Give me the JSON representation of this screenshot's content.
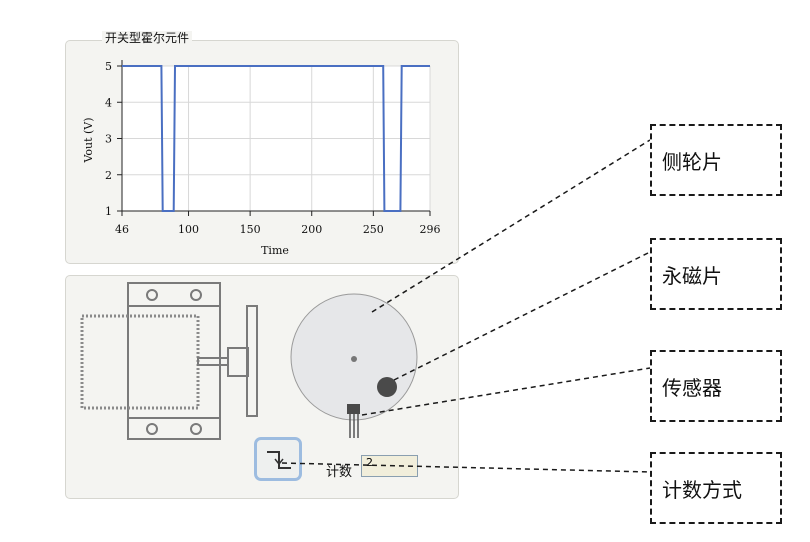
{
  "chart_data": {
    "type": "line",
    "title": "开关型霍尔元件",
    "xlabel": "Time",
    "ylabel": "Vout (V)",
    "xlim": [
      46,
      296
    ],
    "ylim": [
      1,
      5
    ],
    "xticks": [
      "46",
      "100",
      "150",
      "200",
      "250",
      "296"
    ],
    "yticks": [
      "1",
      "2",
      "3",
      "4",
      "5"
    ],
    "grid": true,
    "series": [
      {
        "x": [
          46,
          78,
          79,
          88,
          89,
          258,
          259,
          272,
          273,
          296
        ],
        "y": [
          5,
          5,
          1,
          1,
          5,
          5,
          1,
          1,
          5,
          5
        ]
      }
    ],
    "line_color": "#4a6fc2"
  },
  "counter": {
    "label": "计数",
    "value": "2"
  },
  "callouts": {
    "side_wheel": "侧轮片",
    "magnet": "永磁片",
    "sensor": "传感器",
    "count_mode": "计数方式"
  },
  "colors": {
    "panel_bg": "#f4f4f1",
    "device_stroke": "#7a7a7a",
    "disc_fill": "#e6e7e9",
    "magnet": "#4a4a4a"
  }
}
